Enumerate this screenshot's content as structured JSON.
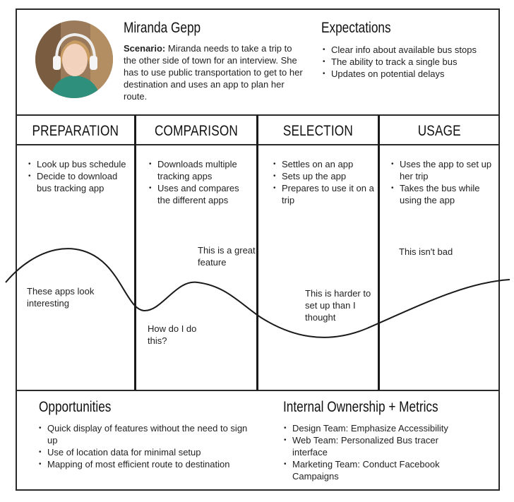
{
  "persona": {
    "name": "Miranda Gepp",
    "scenario_label": "Scenario:",
    "scenario_text": " Miranda needs to take a trip to the other side of town for an interview. She has to use public transportation to get to her destination and uses an app to plan her route."
  },
  "expectations": {
    "title": "Expectations",
    "items": [
      "Clear info about available bus stops",
      "The ability to track a single bus",
      "Updates on potential delays"
    ]
  },
  "stages": [
    {
      "title": "PREPARATION",
      "items": [
        "Look up bus schedule",
        "Decide to download bus tracking app"
      ]
    },
    {
      "title": "COMPARISON",
      "items": [
        "Downloads multiple tracking apps",
        "Uses and compares the different apps"
      ]
    },
    {
      "title": "SELECTION",
      "items": [
        "Settles on an app",
        "Sets up the app",
        "Prepares to use it on a trip"
      ]
    },
    {
      "title": "USAGE",
      "items": [
        "Uses the app to set up her trip",
        "Takes the bus while using the app"
      ]
    }
  ],
  "emotion_notes": [
    "These apps look interesting",
    "How do I do this?",
    "This is a great feature",
    "This is harder to set up than I thought",
    "This isn't bad"
  ],
  "opportunities": {
    "title": "Opportunities",
    "items": [
      "Quick display of features without the need to sign up",
      "Use of location data for minimal setup",
      "Mapping of most efficient route to destination"
    ]
  },
  "ownership": {
    "title": "Internal Ownership + Metrics",
    "items": [
      "Design Team: Emphasize Accessibility",
      "Web Team: Personalized Bus tracer interface",
      "Marketing Team: Conduct Facebook Campaigns"
    ]
  },
  "colors": {
    "line": "#1a1a1a",
    "text": "#222222"
  }
}
